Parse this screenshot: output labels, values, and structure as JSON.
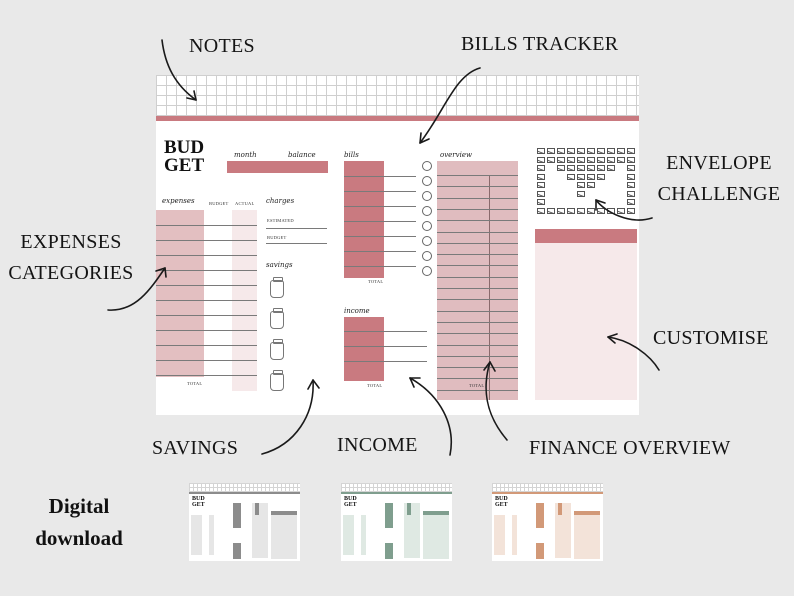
{
  "callouts": {
    "notes": "NOTES",
    "bills_tracker": "BILLS TRACKER",
    "envelope_challenge": "ENVELOPE CHALLENGE",
    "expenses_categories": "EXPENSES CATEGORIES",
    "customise": "CUSTOMISE",
    "savings": "SAVINGS",
    "income": "INCOME",
    "finance_overview": "FINANCE OVERVIEW"
  },
  "digital_download": "Digital download",
  "planner": {
    "title_line1": "BUD",
    "title_line2": "GET",
    "month_label": "month",
    "balance_label": "balance",
    "expenses_label": "expenses",
    "budget_col": "BUDGET",
    "actual_col": "ACTUAL",
    "charges_label": "charges",
    "estimated_label": "ESTIMATED",
    "budget_label": "BUDGET",
    "savings_label": "savings",
    "bills_label": "bills",
    "overview_label": "overview",
    "income_label": "income",
    "total_expenses": "TOTAL",
    "total_bills": "TOTAL",
    "total_income": "TOTAL",
    "total_overview": "TOTAL"
  },
  "thumbnails": [
    {
      "title_line1": "BUD",
      "title_line2": "GET",
      "accent": "#8c8c8c",
      "light": "#e6e6e6"
    },
    {
      "title_line1": "BUD",
      "title_line2": "GET",
      "accent": "#7f9e8e",
      "light": "#dfe9e3"
    },
    {
      "title_line1": "BUD",
      "title_line2": "GET",
      "accent": "#d29978",
      "light": "#f3e3d9"
    }
  ],
  "colors": {
    "background": "#e9e9e9",
    "accent_pink": "#c97a80",
    "light_pink": "#e3bfc1",
    "pale_pink": "#f6e9ea"
  }
}
